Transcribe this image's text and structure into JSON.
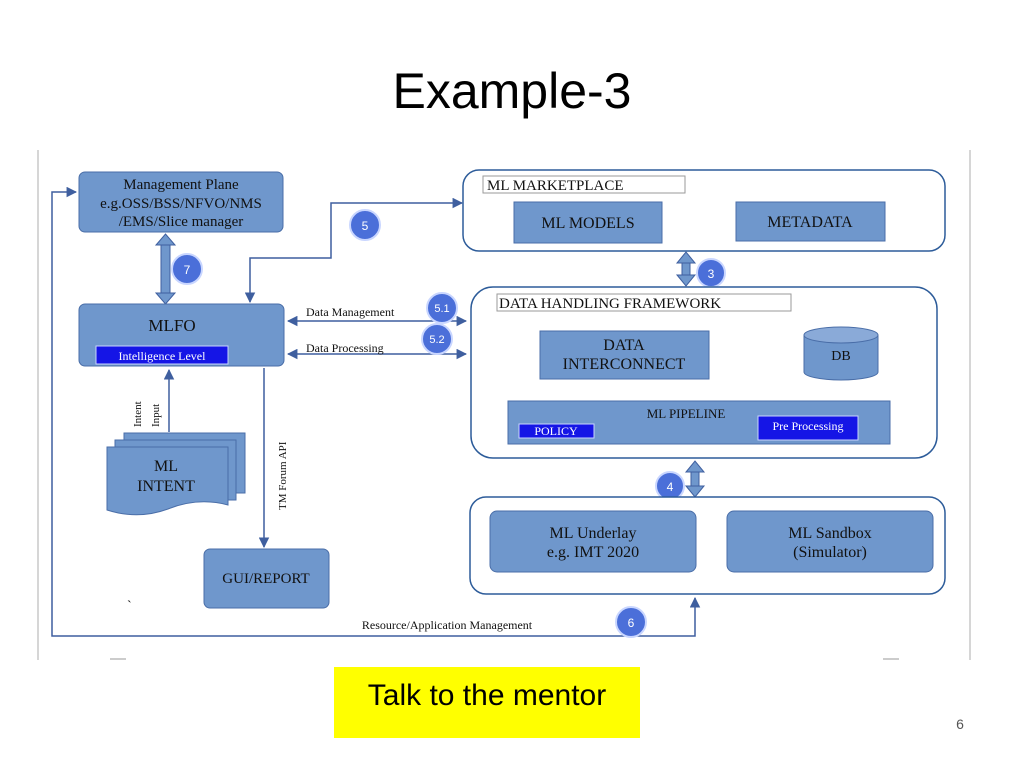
{
  "slide": {
    "title": "Example-3",
    "mentor_note": "Talk to the mentor",
    "page_number": "6"
  },
  "diagram": {
    "management_plane": [
      "Management Plane",
      "e.g.OSS/BSS/NFVO/NMS",
      "/EMS/Slice manager"
    ],
    "mlfo": {
      "title": "MLFO",
      "badge": "Intelligence Level"
    },
    "ml_intent": [
      "ML",
      "INTENT"
    ],
    "intent_input": [
      "Intent",
      "Input"
    ],
    "tm_forum_api": "TM Forum API",
    "gui_report": "GUI/REPORT",
    "tick_mark": "`",
    "marketplace": {
      "title": "ML MARKETPLACE",
      "models": "ML MODELS",
      "metadata": "METADATA"
    },
    "dhf": {
      "title": "DATA HANDLING FRAMEWORK",
      "interconnect": [
        "DATA",
        "INTERCONNECT"
      ],
      "db": "DB",
      "pipeline": "ML PIPELINE",
      "policy": "POLICY",
      "preprocessing": "Pre Processing"
    },
    "underlay": {
      "ml_underlay": [
        "ML Underlay",
        "e.g. IMT 2020"
      ],
      "sandbox": [
        "ML Sandbox",
        "(Simulator)"
      ]
    },
    "edges": {
      "data_management": "Data Management",
      "data_processing": "Data Processing",
      "resource_management": "Resource/Application Management"
    },
    "badges": {
      "b3": "3",
      "b4": "4",
      "b5": "5",
      "b51": "5.1",
      "b52": "5.2",
      "b6": "6",
      "b7": "7"
    }
  },
  "colors": {
    "box_fill": "#6f97cc",
    "container_border": "#2d5c9a",
    "badge_fill": "#4b6fd9",
    "label_fill": "#1515e6",
    "mentor_fill": "#ffff00"
  }
}
